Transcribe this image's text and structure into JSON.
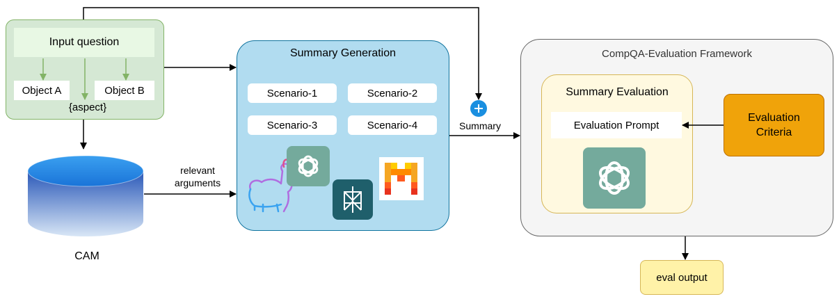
{
  "input": {
    "question": "Input question",
    "object_a": "Object A",
    "object_b": "Object B",
    "aspect": "{aspect}"
  },
  "cam": {
    "label": "CAM"
  },
  "relevant_arguments": {
    "line1": "relevant",
    "line2": "arguments"
  },
  "summary_generation": {
    "title": "Summary Generation",
    "scenarios": [
      "Scenario-1",
      "Scenario-2",
      "Scenario-3",
      "Scenario-4"
    ],
    "models": [
      "llama-icon",
      "openai-icon",
      "perplexity-icon",
      "mistral-icon"
    ]
  },
  "summary_label": "Summary",
  "framework": {
    "title": "CompQA-Evaluation Framework",
    "summary_evaluation": {
      "title": "Summary Evaluation",
      "prompt": "Evaluation Prompt"
    },
    "criteria": {
      "line1": "Evaluation",
      "line2": "Criteria"
    }
  },
  "eval_output": "eval output",
  "colors": {
    "input_fill": "#d5e8d4",
    "summary_fill": "#b1dcf0",
    "framework_fill": "#f5f5f5",
    "evaluation_fill": "#fff9e0",
    "criteria_fill": "#f0a30a",
    "output_fill": "#fff2a8",
    "openai_tile": "#74aa9c",
    "perplexity_tile": "#1f5f6b",
    "plus_circle": "#1a8fe0"
  }
}
